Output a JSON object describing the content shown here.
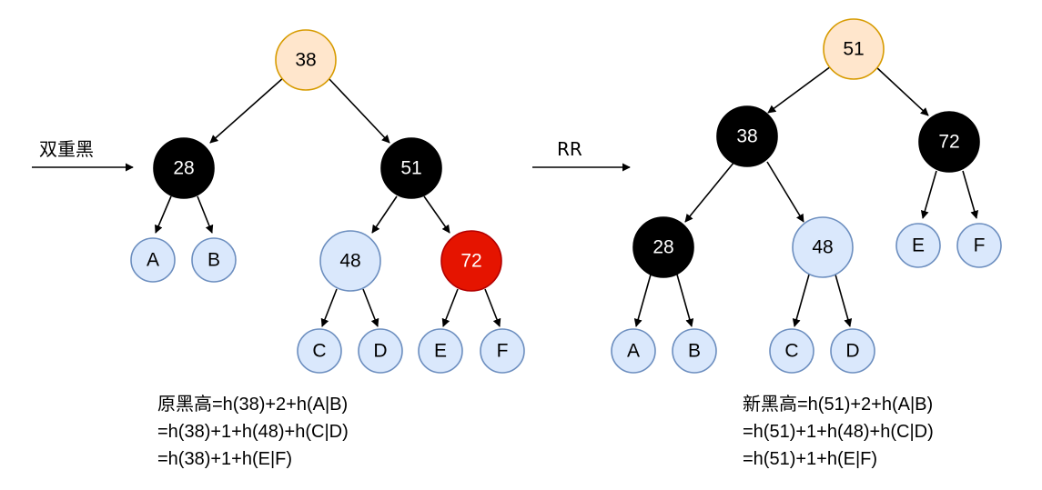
{
  "labels": {
    "double_black": "双重黑",
    "rotation": "RR"
  },
  "colors": {
    "black_fill": "#000000",
    "black_text": "#ffffff",
    "root_fill": "#ffe6cc",
    "root_stroke": "#d79b00",
    "blue_fill": "#dae8fc",
    "blue_stroke": "#6c8ebf",
    "red_fill": "#e51400",
    "red_stroke": "#b20000"
  },
  "left_tree": {
    "nodes": {
      "n38": "38",
      "n28": "28",
      "n51": "51",
      "n48": "48",
      "n72": "72",
      "A": "A",
      "B": "B",
      "C": "C",
      "D": "D",
      "E": "E",
      "F": "F"
    }
  },
  "right_tree": {
    "nodes": {
      "n51": "51",
      "n38": "38",
      "n72": "72",
      "n28": "28",
      "n48": "48",
      "A": "A",
      "B": "B",
      "C": "C",
      "D": "D",
      "E": "E",
      "F": "F"
    }
  },
  "left_formula": {
    "line1": "原黑高=h(38)+2+h(A|B)",
    "line2": "=h(38)+1+h(48)+h(C|D)",
    "line3": "=h(38)+1+h(E|F)"
  },
  "right_formula": {
    "line1": "新黑高=h(51)+2+h(A|B)",
    "line2": "=h(51)+1+h(48)+h(C|D)",
    "line3": "=h(51)+1+h(E|F)"
  }
}
